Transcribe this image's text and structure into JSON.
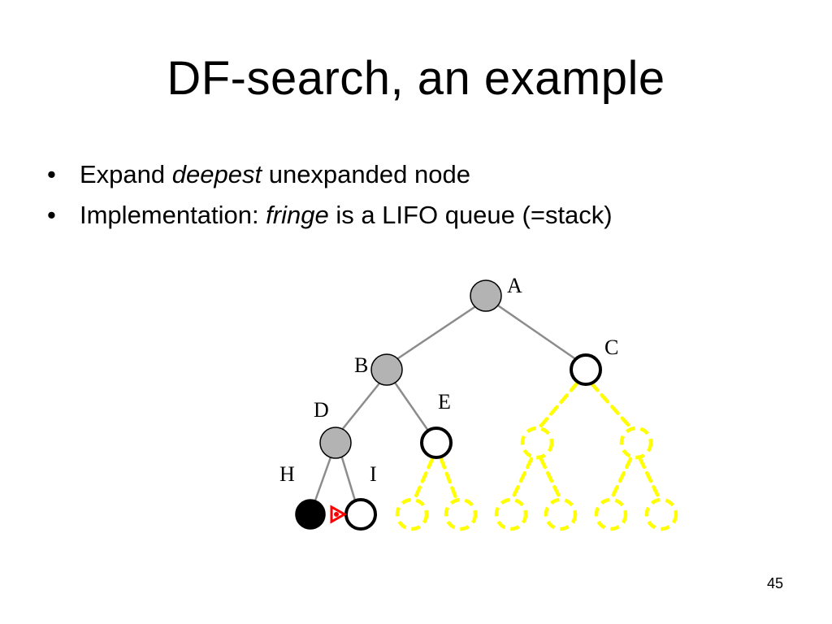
{
  "slide": {
    "title": "DF-search, an example",
    "bullets": [
      {
        "marker": "•",
        "before": "Expand ",
        "em": "deepest",
        "after": " unexpanded node"
      },
      {
        "marker": "•",
        "before": "Implementation: ",
        "em": "fringe",
        "after": " is a LIFO queue (=stack)"
      }
    ],
    "page_number": "45"
  },
  "tree": {
    "labels": {
      "A": "A",
      "B": "B",
      "C": "C",
      "D": "D",
      "E": "E",
      "H": "H",
      "I": "I"
    },
    "colors": {
      "expanded": "#b3b3b3",
      "current": "#000000",
      "fringe": "#ffffff",
      "unexplored": "#ffff00",
      "edge": "#8c8c8c",
      "pointer": "#ff0000"
    },
    "node_states": {
      "A": "expanded",
      "B": "expanded",
      "D": "expanded",
      "H": "current",
      "I": "fringe",
      "E": "fringe",
      "C": "fringe"
    }
  }
}
